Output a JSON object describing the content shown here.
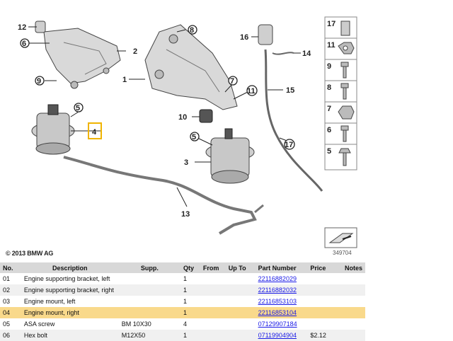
{
  "diagram": {
    "copyright": "© 2013 BMW AG",
    "diagram_number": "349704",
    "callouts": [
      "12",
      "6",
      "2",
      "1",
      "8",
      "9",
      "7",
      "11",
      "5",
      "4",
      "10",
      "3",
      "13",
      "16",
      "14",
      "15",
      "17"
    ],
    "highlighted_callout": "4",
    "legend": [
      "17",
      "11",
      "9",
      "8",
      "7",
      "6",
      "5"
    ]
  },
  "table": {
    "headers": [
      "No.",
      "Description",
      "Supp.",
      "Qty",
      "From",
      "Up To",
      "Part Number",
      "Price",
      "Notes"
    ],
    "rows": [
      {
        "no": "01",
        "desc": "Engine supporting bracket, left",
        "supp": "",
        "qty": "1",
        "from": "",
        "upto": "",
        "pn": "22116882029",
        "price": "",
        "notes": ""
      },
      {
        "no": "02",
        "desc": "Engine supporting bracket, right",
        "supp": "",
        "qty": "1",
        "from": "",
        "upto": "",
        "pn": "22116882032",
        "price": "",
        "notes": ""
      },
      {
        "no": "03",
        "desc": "Engine mount, left",
        "supp": "",
        "qty": "1",
        "from": "",
        "upto": "",
        "pn": "22116853103",
        "price": "",
        "notes": ""
      },
      {
        "no": "04",
        "desc": "Engine mount, right",
        "supp": "",
        "qty": "1",
        "from": "",
        "upto": "",
        "pn": "22116853104",
        "price": "",
        "notes": ""
      },
      {
        "no": "05",
        "desc": "ASA screw",
        "supp": "BM 10X30",
        "qty": "4",
        "from": "",
        "upto": "",
        "pn": "07129907184",
        "price": "",
        "notes": ""
      },
      {
        "no": "06",
        "desc": "Hex bolt",
        "supp": "M12X50",
        "qty": "1",
        "from": "",
        "upto": "",
        "pn": "07119904904",
        "price": "$2.12",
        "notes": ""
      }
    ]
  },
  "colors": {
    "highlight_row": "#f9d98b",
    "highlight_box": "#f0b400",
    "link": "#1a1ae6",
    "header_bg": "#d8d8d8"
  }
}
